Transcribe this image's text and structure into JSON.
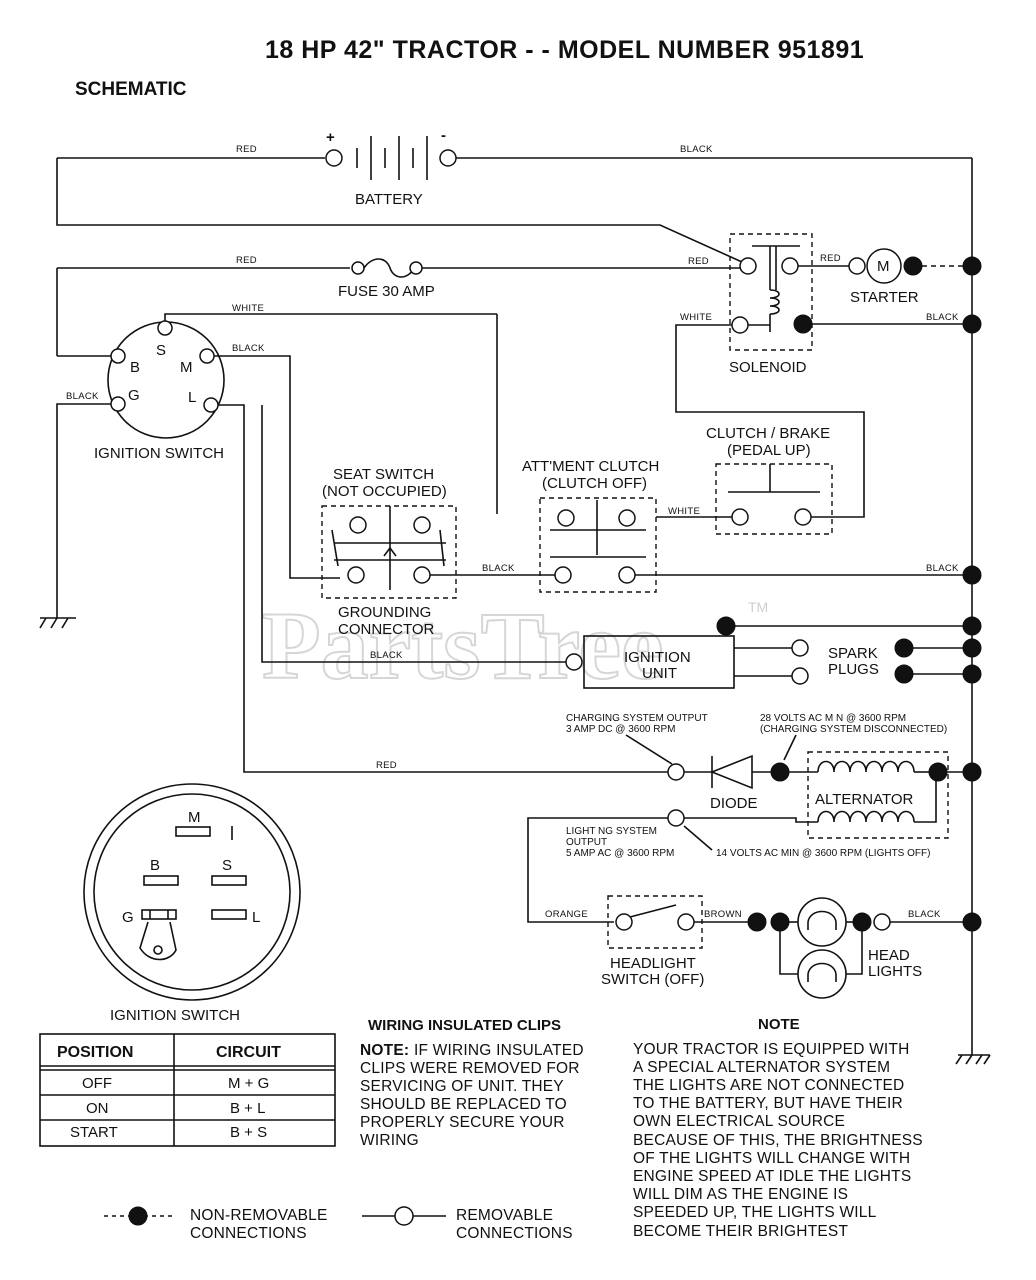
{
  "title": "18 HP 42\" TRACTOR - - MODEL NUMBER 951891",
  "subtitle": "SCHEMATIC",
  "watermark": "PartsTree",
  "watermark_tm": "TM",
  "components": {
    "battery": "BATTERY",
    "battery_plus": "+",
    "battery_minus": "-",
    "fuse": "FUSE 30 AMP",
    "starter": "STARTER",
    "starter_m": "M",
    "solenoid": "SOLENOID",
    "ignition_switch": "IGNITION SWITCH",
    "clutch_brake_1": "CLUTCH / BRAKE",
    "clutch_brake_2": "(PEDAL UP)",
    "seat_switch_1": "SEAT SWITCH",
    "seat_switch_2": "(NOT OCCUPIED)",
    "attment_clutch_1": "ATT'MENT CLUTCH",
    "attment_clutch_2": "(CLUTCH OFF)",
    "grounding_1": "GROUNDING",
    "grounding_2": "CONNECTOR",
    "ignition_unit_1": "IGNITION",
    "ignition_unit_2": "UNIT",
    "spark_1": "SPARK",
    "spark_2": "PLUGS",
    "diode": "DIODE",
    "alternator": "ALTERNATOR",
    "headlight_switch_1": "HEADLIGHT",
    "headlight_switch_2": "SWITCH (OFF)",
    "head_lights_1": "HEAD",
    "head_lights_2": "LIGHTS"
  },
  "terminals": {
    "b": "B",
    "s": "S",
    "m": "M",
    "g": "G",
    "l": "L"
  },
  "wires": {
    "red_1": "RED",
    "black_1": "BLACK",
    "red_2": "RED",
    "red_3": "RED",
    "red_4": "RED",
    "white_1": "WHITE",
    "black_2": "BLACK",
    "white_2": "WHITE",
    "black_3": "BLACK",
    "black_4": "BLACK",
    "white_3": "WHITE",
    "black_5": "BLACK",
    "black_6": "BLACK",
    "black_7": "BLACK",
    "red_5": "RED",
    "orange": "ORANGE",
    "brown": "BROWN",
    "black_8": "BLACK"
  },
  "annotations": {
    "charging_1": "CHARGING SYSTEM OUTPUT",
    "charging_2": "3 AMP DC @ 3600 RPM",
    "volts28_1": "28 VOLTS AC M N @ 3600 RPM",
    "volts28_2": "(CHARGING SYSTEM DISCONNECTED)",
    "lighting_1": "LIGHT NG SYSTEM",
    "lighting_2": "OUTPUT",
    "lighting_3": "5 AMP AC @ 3600 RPM",
    "volts14": "14 VOLTS AC MIN @ 3600 RPM (LIGHTS OFF)"
  },
  "ignition_detail": {
    "caption": "IGNITION SWITCH",
    "m": "M",
    "b": "B",
    "s": "S",
    "g": "G",
    "l": "L"
  },
  "position_table": {
    "headers": [
      "POSITION",
      "CIRCUIT"
    ],
    "rows": [
      [
        "OFF",
        "M + G"
      ],
      [
        "ON",
        "B + L"
      ],
      [
        "START",
        "B + S"
      ]
    ]
  },
  "clips_note": {
    "heading": "WIRING INSULATED CLIPS",
    "lead": "NOTE:",
    "lines": [
      "IF WIRING INSULATED",
      "CLIPS WERE REMOVED FOR",
      "SERVICING OF UNIT. THEY",
      "SHOULD BE REPLACED TO",
      "PROPERLY SECURE YOUR",
      "WIRING"
    ]
  },
  "note": {
    "heading": "NOTE",
    "lines": [
      "YOUR TRACTOR IS EQUIPPED WITH",
      "A SPECIAL ALTERNATOR SYSTEM",
      "THE LIGHTS ARE NOT CONNECTED",
      "TO THE BATTERY, BUT HAVE THEIR",
      "OWN ELECTRICAL SOURCE",
      "BECAUSE OF THIS, THE BRIGHTNESS",
      "OF THE LIGHTS WILL CHANGE WITH",
      "ENGINE SPEED  AT IDLE THE LIGHTS",
      "WILL DIM  AS THE ENGINE IS",
      "SPEEDED UP, THE LIGHTS WILL",
      "BECOME THEIR BRIGHTEST"
    ]
  },
  "legend": {
    "nonremovable_1": "NON-REMOVABLE",
    "nonremovable_2": "CONNECTIONS",
    "removable_1": "REMOVABLE",
    "removable_2": "CONNECTIONS"
  }
}
